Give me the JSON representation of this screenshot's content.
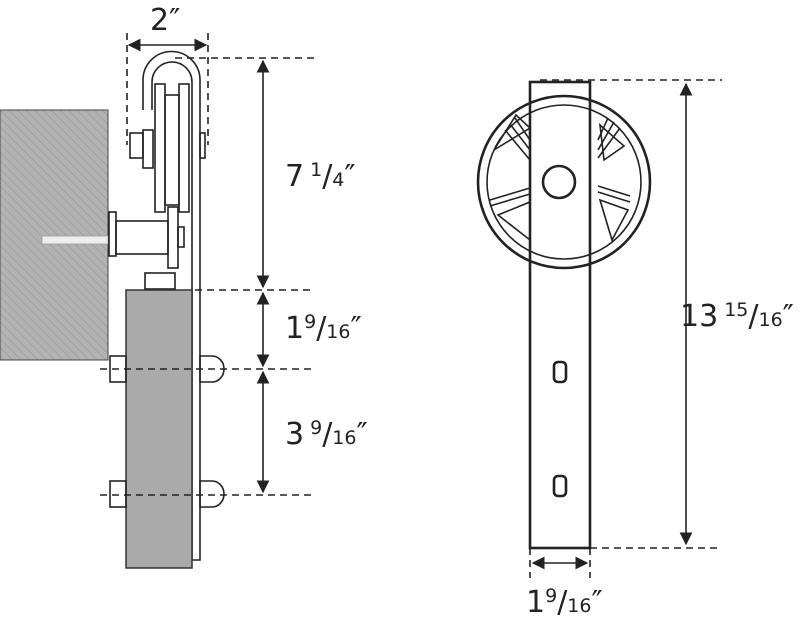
{
  "colors": {
    "line": "#222222",
    "wall": "#b3b3b3",
    "door": "#aaaaaa"
  },
  "side_view": {
    "width_label": {
      "whole": "2",
      "unit": "″"
    },
    "height_top_label": {
      "whole": "7",
      "num": "1",
      "den": "4",
      "unit": "″"
    },
    "gap_label": {
      "whole": "1",
      "num": "9",
      "den": "16",
      "unit": "″"
    },
    "bolt_spacing_label": {
      "whole": "3",
      "num": "9",
      "den": "16",
      "unit": "″"
    }
  },
  "front_view": {
    "total_height_label": {
      "whole": "13",
      "num": "15",
      "den": "16",
      "unit": "″"
    },
    "strap_width_label": {
      "whole": "1",
      "num": "9",
      "den": "16",
      "unit": "″"
    }
  }
}
